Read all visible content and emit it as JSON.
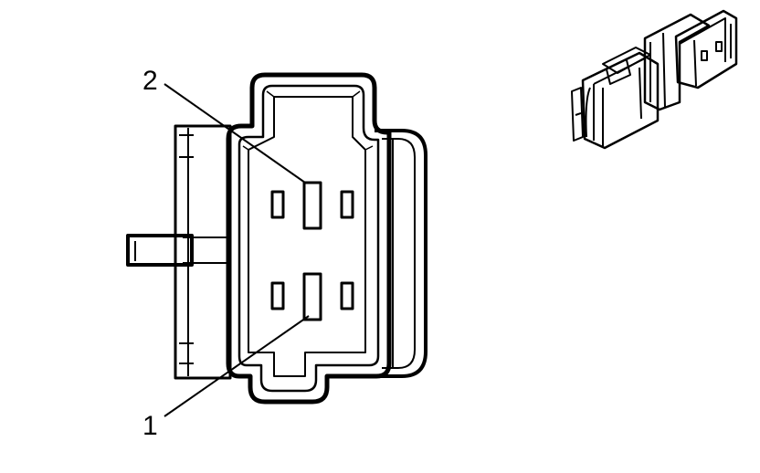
{
  "callouts": [
    {
      "number": "2",
      "target": "upper-center-terminal"
    },
    {
      "number": "1",
      "target": "lower-center-terminal"
    }
  ],
  "colors": {
    "line": "#000000",
    "background": "#ffffff"
  }
}
